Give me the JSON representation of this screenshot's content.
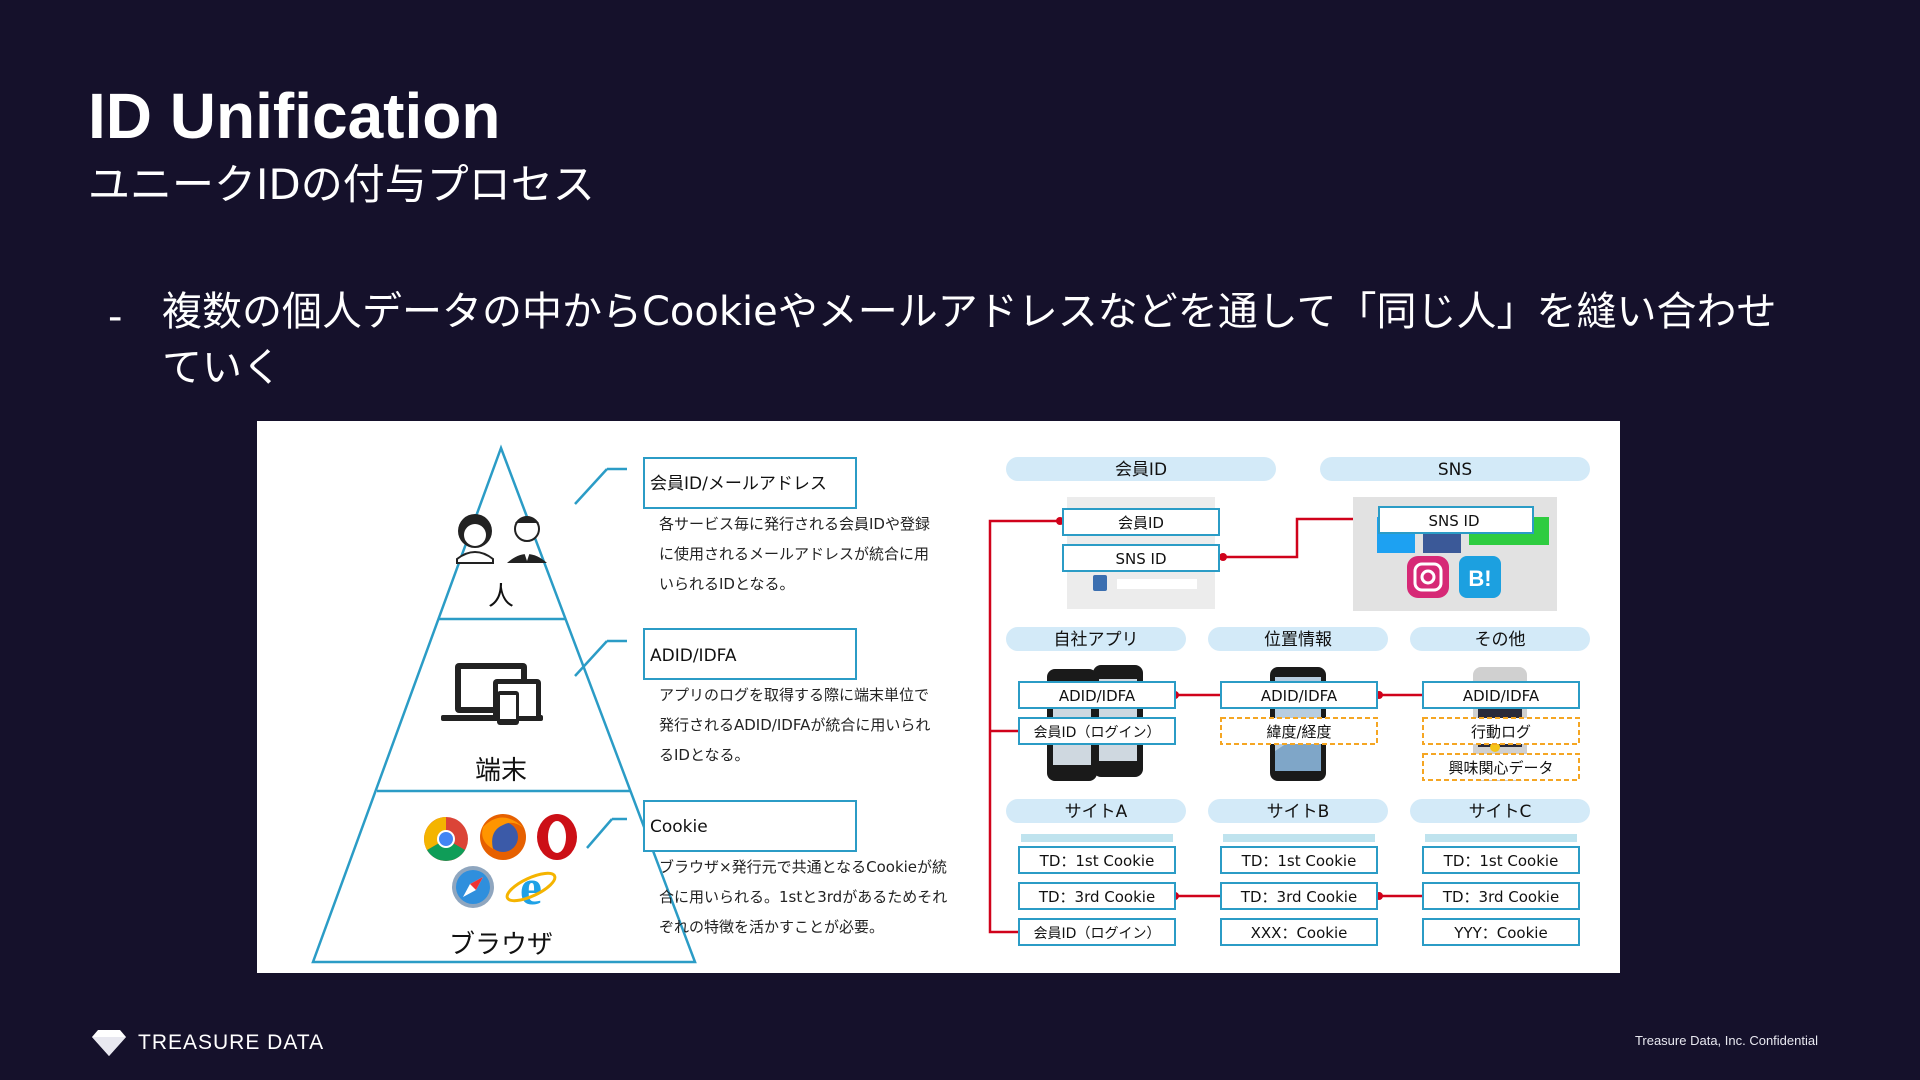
{
  "slide": {
    "title": "ID Unification",
    "subtitle": "ユニークIDの付与プロセス",
    "bullet_dash": "-",
    "bullet_text": "複数の個人データの中からCookieやメールアドレスなどを通して「同じ人」を縫い合わせていく"
  },
  "pyramid": {
    "person_label": "人",
    "device_label": "端末",
    "browser_label": "ブラウザ"
  },
  "callouts": [
    {
      "heading": "会員ID/メールアドレス",
      "lines": [
        "各サービス毎に発行される会員IDや登録",
        "に使用されるメールアドレスが統合に用",
        "いられるIDとなる。"
      ]
    },
    {
      "heading": "ADID/IDFA",
      "lines": [
        "アプリのログを取得する際に端末単位で",
        "発行されるADID/IDFAが統合に用いられ",
        "るIDとなる。"
      ]
    },
    {
      "heading": "Cookie",
      "lines": [
        "ブラウザ×発行元で共通となるCookieが統",
        "合に用いられる。1stと3rdがあるためそれ",
        "ぞれの特徴を活かすことが必要。"
      ]
    }
  ],
  "groups": {
    "member_id": {
      "header": "会員ID",
      "boxes": [
        "会員ID",
        "SNS ID"
      ]
    },
    "sns": {
      "header": "SNS",
      "boxes": [
        "SNS ID"
      ],
      "hatena": "B!"
    },
    "own_app": {
      "header": "自社アプリ",
      "boxes": [
        "ADID/IDFA",
        "会員ID（ログイン）"
      ]
    },
    "location": {
      "header": "位置情報",
      "boxes": [
        "ADID/IDFA",
        "緯度/経度"
      ]
    },
    "other": {
      "header": "その他",
      "boxes": [
        "ADID/IDFA",
        "行動ログ",
        "興味関心データ"
      ]
    },
    "site_a": {
      "header": "サイトA",
      "boxes": [
        "TD：1st Cookie",
        "TD：3rd Cookie",
        "会員ID（ログイン）"
      ]
    },
    "site_b": {
      "header": "サイトB",
      "boxes": [
        "TD：1st Cookie",
        "TD：3rd Cookie",
        "XXX：Cookie"
      ]
    },
    "site_c": {
      "header": "サイトC",
      "boxes": [
        "TD：1st Cookie",
        "TD：3rd Cookie",
        "YYY：Cookie"
      ]
    }
  },
  "footer": {
    "brand": "TREASURE DATA",
    "confidential": "Treasure Data, Inc. Confidential"
  },
  "colors": {
    "background": "#15112b",
    "accent_blue": "#2b9cc6",
    "header_pill": "#d3eaf8",
    "link_red": "#d0021b",
    "dashed_orange": "#f5a623"
  }
}
